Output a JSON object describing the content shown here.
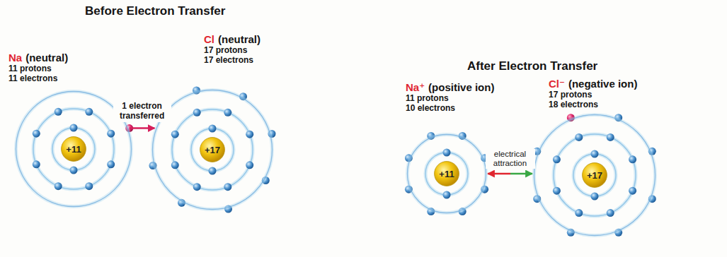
{
  "diagram": {
    "nodes": [
      {
        "text": [
          "Na",
          "(neutral)",
          "11 protons",
          "11 electrons"
        ]
      },
      {
        "text": [
          "+11"
        ],
        "in": 0
      },
      {
        "text": [
          "Cl",
          "(neutral)",
          "17 protons",
          "17 electrons"
        ]
      },
      {
        "text": [
          "+17"
        ],
        "in": 2
      },
      {
        "text": [
          "Na⁺",
          "(positive ion)",
          "11 protons",
          "10 electrons"
        ]
      },
      {
        "text": [
          "+11"
        ],
        "in": 4
      },
      {
        "text": [
          "Cl⁻",
          "(negative ion)",
          "17 protons",
          "18 electrons"
        ]
      },
      {
        "text": [
          "+17"
        ],
        "in": 6
      }
    ],
    "edges": [
      {
        "from": 0,
        "to": 2,
        "arrow": "to",
        "label": "1 electron transferred"
      },
      {
        "from": 4,
        "to": 6,
        "arrow": "both",
        "label": "electrical attraction"
      }
    ],
    "labels": [
      "Before Electron Transfer",
      "After Electron Transfer"
    ]
  }
}
